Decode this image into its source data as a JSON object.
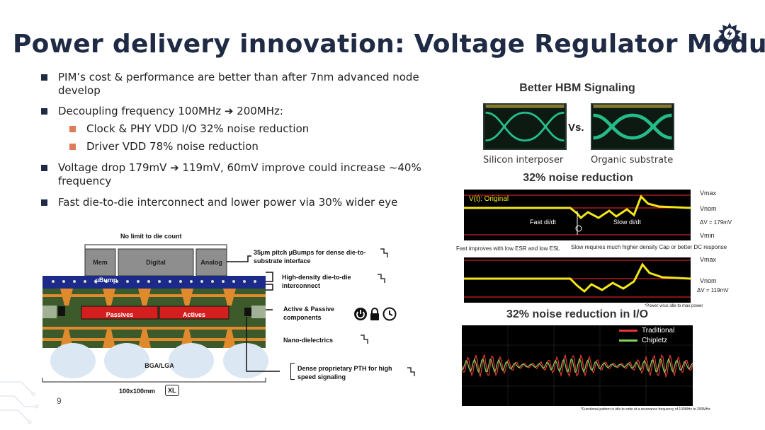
{
  "title": "Power delivery innovation: Voltage Regulator Module",
  "page_number": "9",
  "logo_icon": "gear-bolt-logo-icon",
  "bullets": {
    "b1": "PIM’s cost & performance are better than after 7nm advanced node develop",
    "b2": "Decoupling frequency 100MHz ➔ 200MHz:",
    "b2_sub1": "Clock & PHY VDD I/O 32% noise reduction",
    "b2_sub2": "Driver VDD 78% noise reduction",
    "b3": "Voltage drop 179mV ➔ 119mV, 60mV improve could increase ~40% frequency",
    "b4": "Fast die-to-die interconnect and lower power via 30% wider eye"
  },
  "package": {
    "top_label": "No limit to die count",
    "chip_mem": "Mem",
    "chip_digital": "Digital",
    "chip_analog": "Analog",
    "ubump": "µBump",
    "passives": "Passives",
    "actives": "Actives",
    "bga": "BGA/LGA",
    "size": "100x100mm",
    "xl_badge": "XL",
    "callout1": "35µm pitch µBumps for dense die-to-substrate interface",
    "callout2": "High-density die-to-die interconnect",
    "callout3": "Active & Passive components",
    "callout4": "Nano-dielectrics",
    "callout5": "Dense proprietary PTH for high speed signaling",
    "status_icons": [
      "power-icon",
      "lock-icon",
      "clock-icon"
    ]
  },
  "hbm": {
    "title": "Better HBM Signaling",
    "vs": "Vs.",
    "left_caption": "Silicon interposer",
    "right_caption": "Organic substrate"
  },
  "noise": {
    "title": "32% noise reduction",
    "plot1_label": "V(t): Original",
    "vmax": "Vmax",
    "vnom": "Vnom",
    "vmin": "Vmin",
    "dv1": "ΔV = 179mV",
    "dv2": "ΔV = 119mV",
    "fast_label": "Fast di/dt",
    "slow_label": "Slow di/dt",
    "fast_note": "Fast improves with low ESR and low ESL",
    "slow_note": "Slow requires much higher density Cap or better DC response",
    "power_note": "*Power virus idle to max power"
  },
  "io": {
    "title": "32% noise reduction in I/O",
    "legend": [
      "Traditional",
      "Chipletz"
    ],
    "colors": {
      "traditional": "#e8353a",
      "chipletz": "#7fd35a"
    },
    "footnote": "*Functional pattern is idle to write at a resonance frequency of 100MHz to 200MHz"
  }
}
